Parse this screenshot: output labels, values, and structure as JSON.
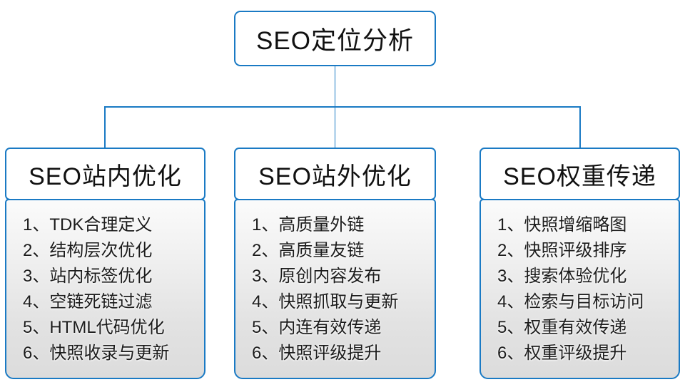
{
  "diagram": {
    "root": {
      "title": "SEO定位分析"
    },
    "branches": [
      {
        "title": "SEO站内优化",
        "items": [
          "1、TDK合理定义",
          "2、结构层次优化",
          "3、站内标签优化",
          "4、空链死链过滤",
          "5、HTML代码优化",
          "6、快照收录与更新"
        ]
      },
      {
        "title": "SEO站外优化",
        "items": [
          "1、高质量外链",
          "2、高质量友链",
          "3、原创内容发布",
          "4、快照抓取与更新",
          "5、内连有效传递",
          "6、快照评级提升"
        ]
      },
      {
        "title": "SEO权重传递",
        "items": [
          "1、快照增缩略图",
          "2、快照评级排序",
          "3、搜索体验优化",
          "4、检索与目标访问",
          "5、权重有效传递",
          "6、权重评级提升"
        ]
      }
    ],
    "colors": {
      "line_blue": "#1A7AC4",
      "panel_gradient_top": "#FBFBFB",
      "panel_gradient_bottom": "#DCDCDC",
      "text": "#1C1C1C"
    }
  }
}
